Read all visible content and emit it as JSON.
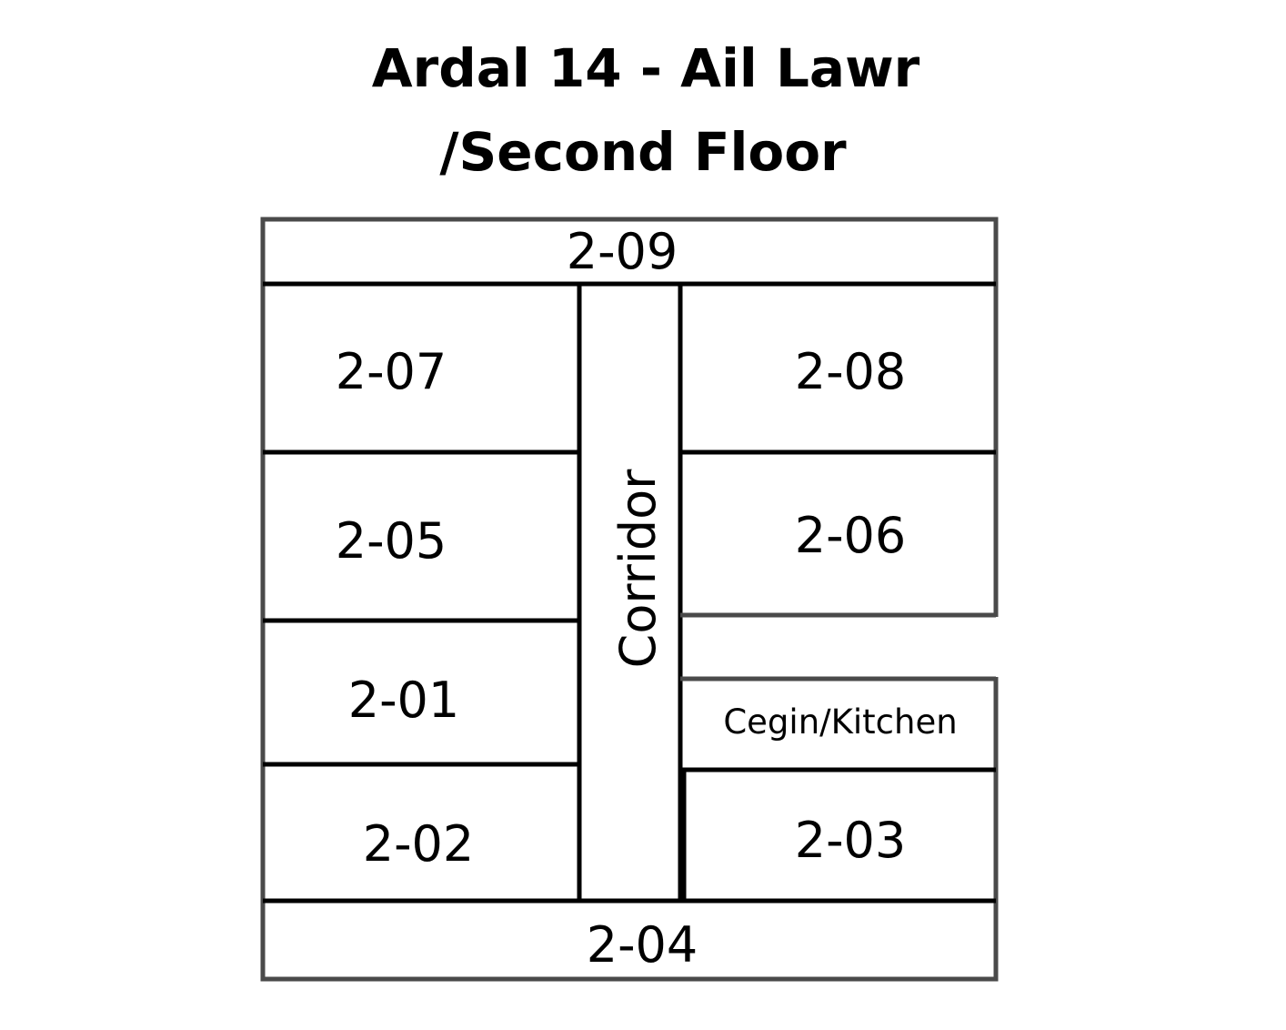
{
  "title": {
    "line1": "Ardal 14 - Ail Lawr",
    "line2": "/Second Floor"
  },
  "rooms": {
    "r209": "2-09",
    "r207": "2-07",
    "r208": "2-08",
    "r205": "2-05",
    "r206": "2-06",
    "r201": "2-01",
    "r202": "2-02",
    "r203": "2-03",
    "r204": "2-04",
    "kitchen": "Cegin/Kitchen",
    "corridor": "Corridor"
  }
}
